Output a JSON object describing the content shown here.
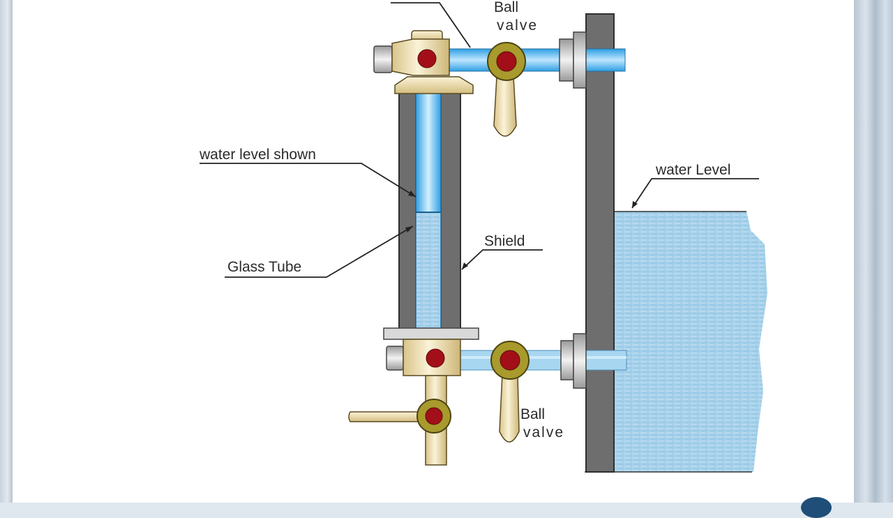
{
  "labels": {
    "ball_valve_top_line1": "Ball",
    "ball_valve_top_line2": "valve",
    "water_level_shown": "water level shown",
    "water_level": "water Level",
    "shield": "Shield",
    "glass_tube": "Glass Tube",
    "ball_valve_bottom_line1": "Ball",
    "ball_valve_bottom_line2": "valve"
  },
  "colors": {
    "metal_gray": "#6e6e6e",
    "water_blue": "#9ccbe6",
    "pipe_blue": "#5fb8ec",
    "valve_olive": "#a89a2c",
    "valve_red": "#a30f18",
    "brass": "#efe1b6"
  }
}
